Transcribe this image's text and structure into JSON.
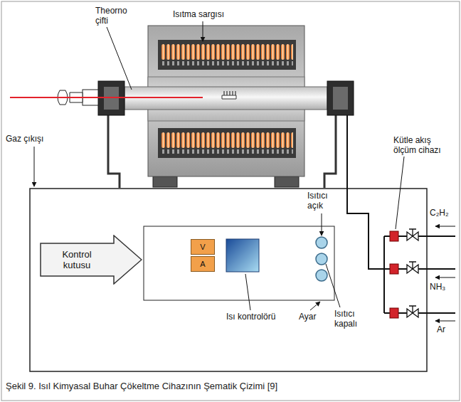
{
  "diagram": {
    "caption": "Şekil 9. Isıl Kimyasal Buhar Çökeltme Cihazının Şematik Çizimi [9]",
    "nodes": [
      {
        "text": [
          "Kontrol kutusu"
        ]
      },
      {
        "text": [
          "V"
        ]
      },
      {
        "text": [
          "A"
        ]
      }
    ],
    "labels": [
      "Theorno çifti",
      "Isıtma sargısı",
      "Gaz çıkışı",
      "Kütle akış ölçüm cihazı",
      "C₂H₂",
      "Isıtıcı açık",
      "NH₃",
      "Ar",
      "Isı kontrolörü",
      "Ayar",
      "Isıtıcı kapalı"
    ]
  }
}
